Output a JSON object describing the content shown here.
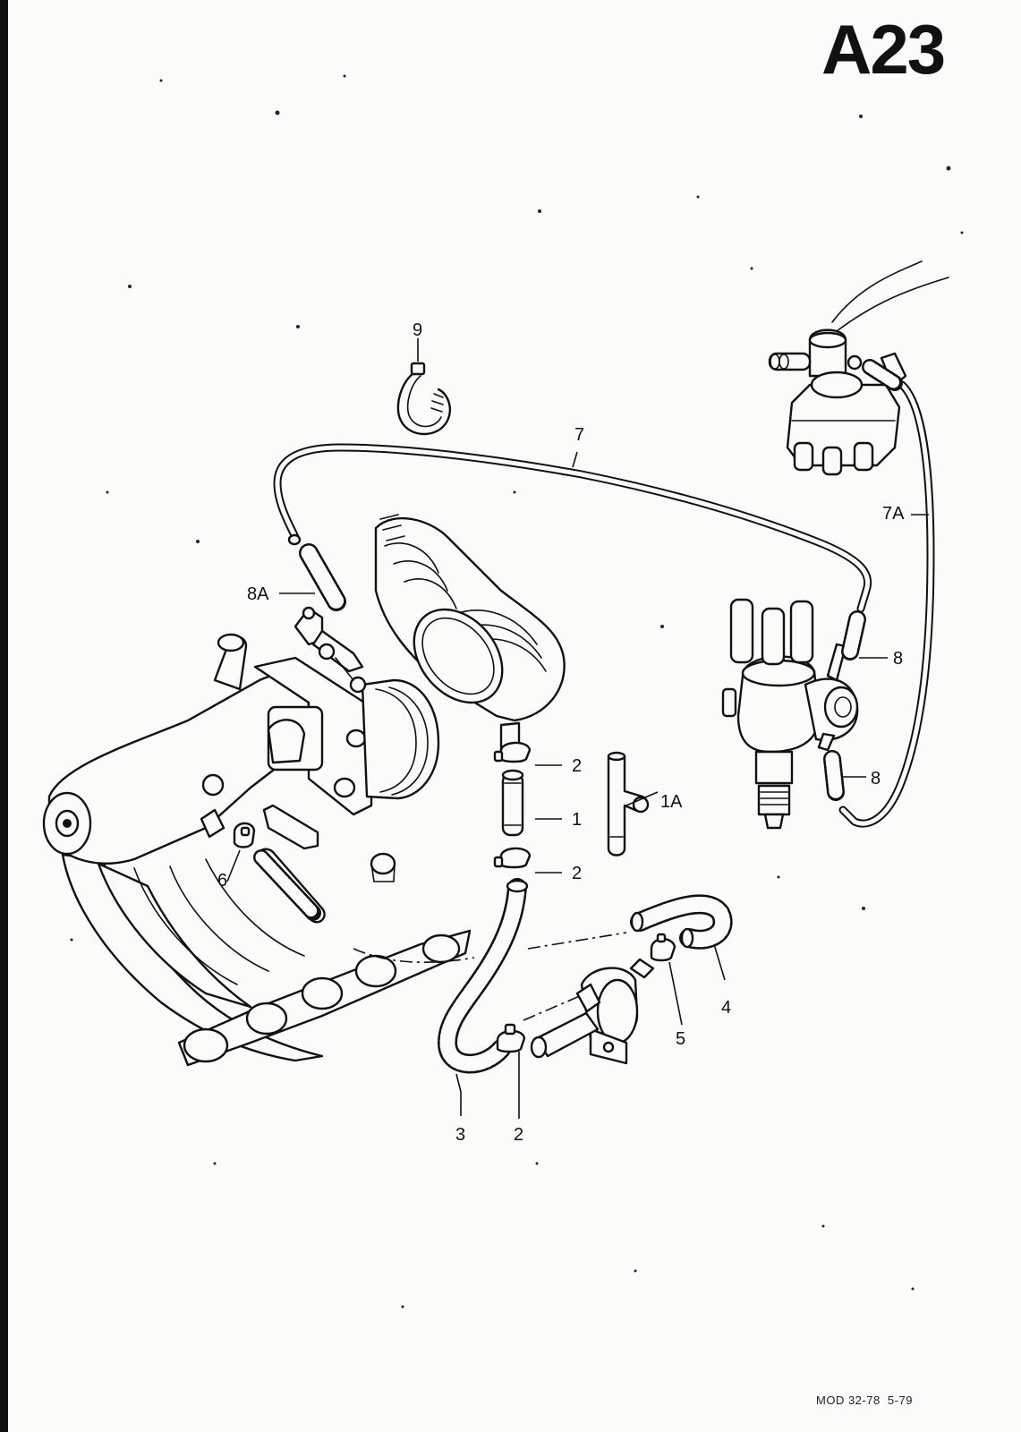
{
  "page_code": "A23",
  "footer_text": "MOD 32-78  5-79",
  "callouts": {
    "c9": "9",
    "c7": "7",
    "c7A": "7A",
    "c8A": "8A",
    "c8_top": "8",
    "c8_bottom": "8",
    "c2_top": "2",
    "c1": "1",
    "c1A": "1A",
    "c2_mid": "2",
    "c6": "6",
    "c4": "4",
    "c5": "5",
    "c3": "3",
    "c2_bottom": "2"
  }
}
